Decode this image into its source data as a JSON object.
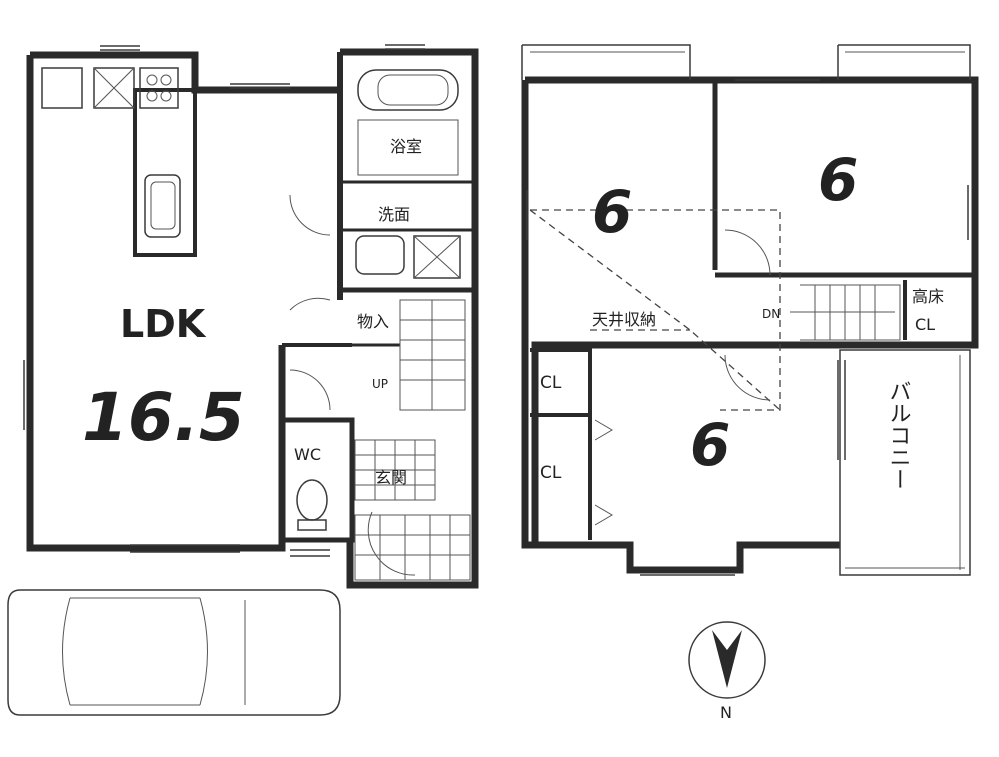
{
  "floor1": {
    "ldk_label": "LDK",
    "ldk_size": "16.5",
    "bath": "浴室",
    "washroom": "洗面",
    "storage": "物入",
    "up": "UP",
    "wc": "WC",
    "entrance": "玄関"
  },
  "floor2": {
    "room_nw_size": "6",
    "room_ne_size": "6",
    "room_s_size": "6",
    "attic_storage": "天井収納",
    "down": "DN",
    "raised_closet_1": "高床",
    "raised_closet_2": "CL",
    "closet_1": "CL",
    "closet_2": "CL",
    "balcony": "バルコニー"
  },
  "compass": {
    "north": "N"
  }
}
